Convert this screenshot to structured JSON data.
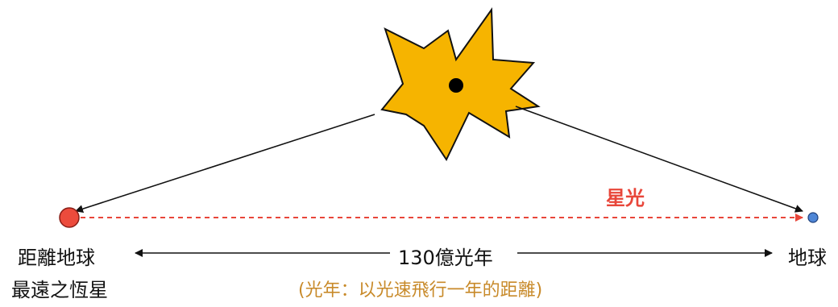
{
  "labels": {
    "far_star_line1": "距離地球",
    "far_star_line2": "最遠之恆星",
    "earth": "地球",
    "distance": "130億光年",
    "note": "(光年：以光速飛行一年的距離)",
    "starlight": "星光"
  },
  "colors": {
    "burst_fill": "#f6b400",
    "burst_stroke": "#111111",
    "far_star": "#ec4b3c",
    "earth": "#4f86d6",
    "starlight_line": "#e8463a",
    "note_text": "#c88a2a"
  }
}
